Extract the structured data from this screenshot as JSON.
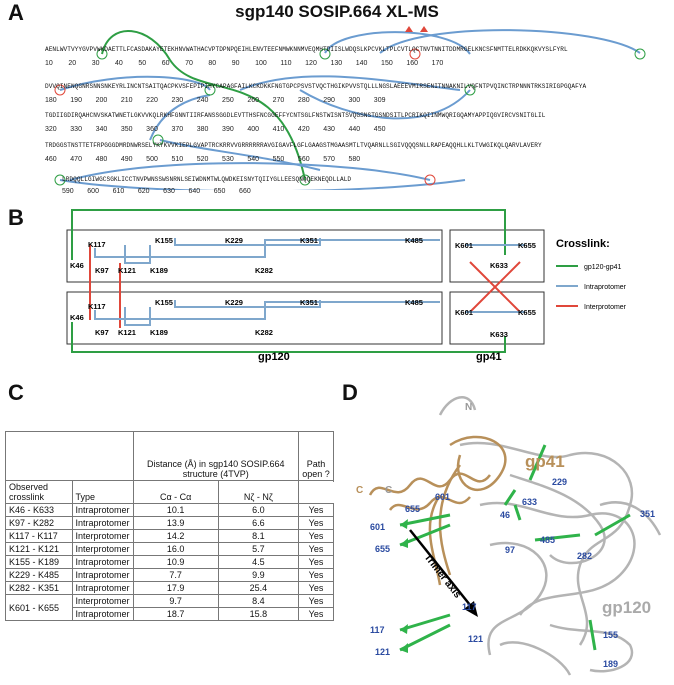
{
  "panelA": {
    "letter": "A",
    "title": "sgp140 SOSIP.664 XL-MS",
    "seq_lines": [
      "AENLWVTVYYGVPVWKDAETTLFCASDAKAYETEKHNVWATHACVPTDPNPQEIHLENVTEEFNMWKNNMVEQMHTDIISLWDQSLKPCVKLTPLCVTLQCTNVTNNITDDMRGELKNCSFNMTTELRDKKQKVYSLFYRL",
      "DVVQINENQGNRSNNSNKEYRLINCNTSAITQACPKVSFEPIPIHYCAPAGFAILKCKDKKFNGTGPCPSVSTVQCTHGIKPVVSTQLLLNGSLAEEEVMIRSENITNNAKNILVQFNTPVQINCTRPNNNTRKSIRIGPGQAFYA",
      "TGDIIGDIRQAHCNVSKATWNETLGKVVKQLRKHFGNNTIIRFANSSGGDLEVTTHSFNCGGEFFYCNTSGLFNSTWISNTSVQGSNSTGSNDSITLPCRIKQIINMWQRIGQAMYAPPIQGVIRCVSNITGLIL",
      "TRDGGSTNSTTETFRPGGGDMRDNWRSELYKYKVVKIEPLGVAPTRCKRRVVGRRRRRRAVGIGAVFLGFLGAAGSTMGAASMTLTVQARNLLSGIVQQQSNLLRAPEAQQHLLKLTVWGIKQLQARVLAVERY",
      "LRDQQLLGIWGCSGKLICCTNVPWNSSWSNRNLSEIWDNMTWLQWDKEISNYTQIIYGLLEESQNQQEKNEQDLLALD"
    ],
    "num_lines": [
      "10        20        30        40        50        60        70        80        90        100       110       120       130       140       150       160       170",
      "180       190       200       210       220       230       240       250       260       270       280       290       300       309",
      "320       330       340       350       360       370       380       390       400       410       420       430       440       450",
      "460       470       480       490       500       510       520       530       540       550       560       570       580",
      "590       600       610       620       630       640       650       660"
    ]
  },
  "panelB": {
    "letter": "B",
    "top_labels": [
      "K117",
      "K155",
      "K229",
      "K351",
      "K485",
      "K46",
      "K97",
      "K121",
      "K189",
      "K282"
    ],
    "bot_labels": [
      "K117",
      "K155",
      "K229",
      "K351",
      "K485",
      "K46",
      "K97",
      "K121",
      "K189",
      "K282"
    ],
    "gp41_top": [
      "K601",
      "K655",
      "K633"
    ],
    "gp41_bot": [
      "K601",
      "K655",
      "K633"
    ],
    "gp120_label": "gp120",
    "gp41_label": "gp41",
    "legend_title": "Crosslink:",
    "legend": [
      {
        "label": "gp120-gp41",
        "color": "#2e9e44"
      },
      {
        "label": "Intraprotomer",
        "color": "#7fa7cc"
      },
      {
        "label": "Interprotomer",
        "color": "#e0473a"
      }
    ]
  },
  "panelC": {
    "letter": "C",
    "header_group": "Distance (Å) in sgp140 SOSIP.664 structure (4TVP)",
    "col_observed": "Observed crosslink",
    "col_type": "Type",
    "col_ca": "Cα - Cα",
    "col_nz": "Nζ - Nζ",
    "col_path": "Path open ?",
    "rows": [
      {
        "xl": "K46 - K633",
        "type": "Intraprotomer",
        "ca": "10.1",
        "nz": "6.0",
        "path": "Yes"
      },
      {
        "xl": "K97 - K282",
        "type": "Intraprotomer",
        "ca": "13.9",
        "nz": "6.6",
        "path": "Yes"
      },
      {
        "xl": "K117 - K117",
        "type": "Interprotomer",
        "ca": "14.2",
        "nz": "8.1",
        "path": "Yes"
      },
      {
        "xl": "K121 - K121",
        "type": "Interprotomer",
        "ca": "16.0",
        "nz": "5.7",
        "path": "Yes"
      },
      {
        "xl": "K155 - K189",
        "type": "Intraprotomer",
        "ca": "10.9",
        "nz": "4.5",
        "path": "Yes"
      },
      {
        "xl": "K229 - K485",
        "type": "Intraprotomer",
        "ca": "7.7",
        "nz": "9.9",
        "path": "Yes"
      },
      {
        "xl": "K282 - K351",
        "type": "Intraprotomer",
        "ca": "17.9",
        "nz": "25.4",
        "path": "Yes"
      },
      {
        "xl": "K601 - K655",
        "type": "Interprotomer",
        "ca": "9.7",
        "nz": "8.4",
        "path": "Yes"
      },
      {
        "xl": "",
        "type": "Intraprotomer",
        "ca": "18.7",
        "nz": "15.8",
        "path": "Yes"
      }
    ]
  },
  "panelD": {
    "letter": "D",
    "gp41_label": "gp41",
    "gp120_label": "gp120",
    "trimer_axis": "Trimer axis",
    "termini": [
      "N",
      "C",
      "C"
    ],
    "residues": [
      "601",
      "655",
      "601",
      "655",
      "46",
      "633",
      "229",
      "485",
      "351",
      "97",
      "282",
      "117",
      "121",
      "117",
      "121",
      "155",
      "189"
    ],
    "colors": {
      "gp41": "#b8905a",
      "gp120": "#aaaaaa",
      "crosslink": "#2fb34a",
      "residue": "#2a4aa0"
    }
  }
}
